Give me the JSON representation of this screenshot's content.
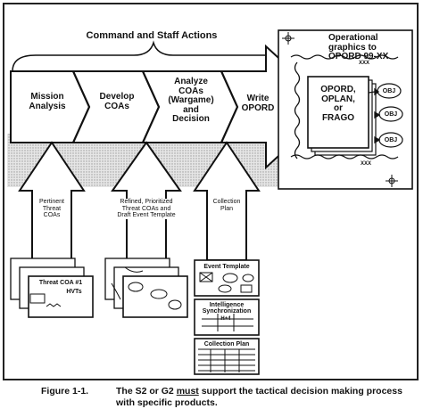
{
  "header": {
    "title": "Command and Staff Actions"
  },
  "steps": [
    {
      "label": "Mission\nAnalysis"
    },
    {
      "label": "Develop\nCOAs"
    },
    {
      "label": "Analyze\nCOAs\n(Wargame)\nand\nDecision"
    },
    {
      "label": "Write\nOPORD"
    }
  ],
  "graphics": {
    "title": "Operational\ngraphics to\nOPORD 99-XX",
    "order_label": "OPORD,\nOPLAN,\nor\nFRAGO",
    "objective_label": "OBJ",
    "boundary_label": "XXX"
  },
  "inputs": [
    {
      "label": "Pertinent\nThreat\nCOAs"
    },
    {
      "label": "Refined, Prioritized\nThreat COAs and\nDraft Event Template"
    },
    {
      "label": "Collection\nPlan"
    }
  ],
  "products": {
    "threat_card_title": "Threat COA #1",
    "threat_card_sub": "HVTs",
    "event_template": "Event Template",
    "intel_sync": "Intelligence\nSynchronization",
    "intel_sync_mark": "H+4",
    "collection_plan": "Collection Plan"
  },
  "caption": {
    "number": "Figure 1-1.",
    "text_before": "The S2 or G2 ",
    "text_emph": "must",
    "text_after": " support the tactical decision making process with specific products."
  }
}
